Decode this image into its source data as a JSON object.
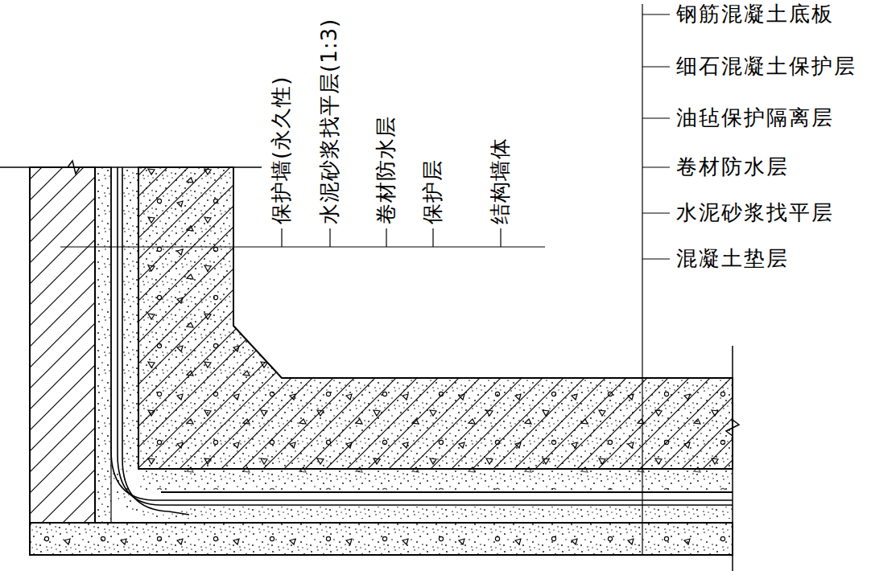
{
  "diagram": {
    "labels": [
      "保护墙(永久性)",
      "水泥砂浆找平层(1:3)",
      "卷材防水层",
      "保护层",
      "结构墙体",
      "钢筋混凝土底板",
      "细石混凝土保护层",
      "油毡保护隔离层",
      "卷材防水层",
      "水泥砂浆找平层",
      "混凝土垫层"
    ]
  }
}
